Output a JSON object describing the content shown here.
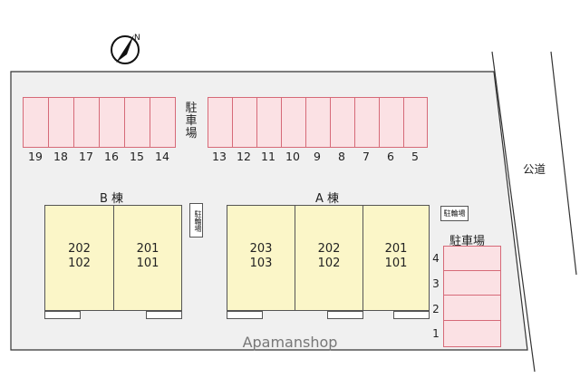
{
  "parking_top_left": {
    "label": "駐車場",
    "numbers": [
      "19",
      "18",
      "17",
      "16",
      "15",
      "14"
    ]
  },
  "parking_top_right": {
    "numbers": [
      "13",
      "12",
      "11",
      "10",
      "9",
      "8",
      "7",
      "6",
      "5"
    ]
  },
  "building_b": {
    "label": "B 棟",
    "units": [
      {
        "upper": "202",
        "lower": "102"
      },
      {
        "upper": "201",
        "lower": "101"
      }
    ]
  },
  "building_a": {
    "label": "A 棟",
    "units": [
      {
        "upper": "203",
        "lower": "103"
      },
      {
        "upper": "202",
        "lower": "102"
      },
      {
        "upper": "201",
        "lower": "101"
      }
    ]
  },
  "bike_parking_b": "駐輪場",
  "bike_parking_a": "駐輪場",
  "parking_right": {
    "label": "駐車場",
    "numbers": [
      "4",
      "3",
      "2",
      "1"
    ]
  },
  "road_label": "公道",
  "watermark": "Apamanshop",
  "colors": {
    "parking_fill": "#fbe1e4",
    "parking_border": "#d66a78",
    "unit_fill": "#fbf6c8",
    "site_fill": "#f0f0f0"
  },
  "compass": "north-arrow-icon"
}
